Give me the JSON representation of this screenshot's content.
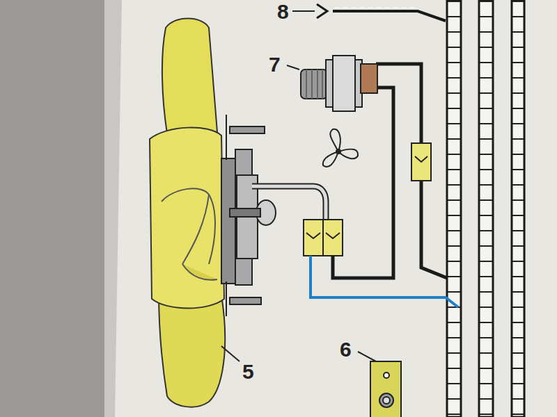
{
  "diagram": {
    "labels": [
      "8",
      "7",
      "5",
      "6"
    ]
  }
}
